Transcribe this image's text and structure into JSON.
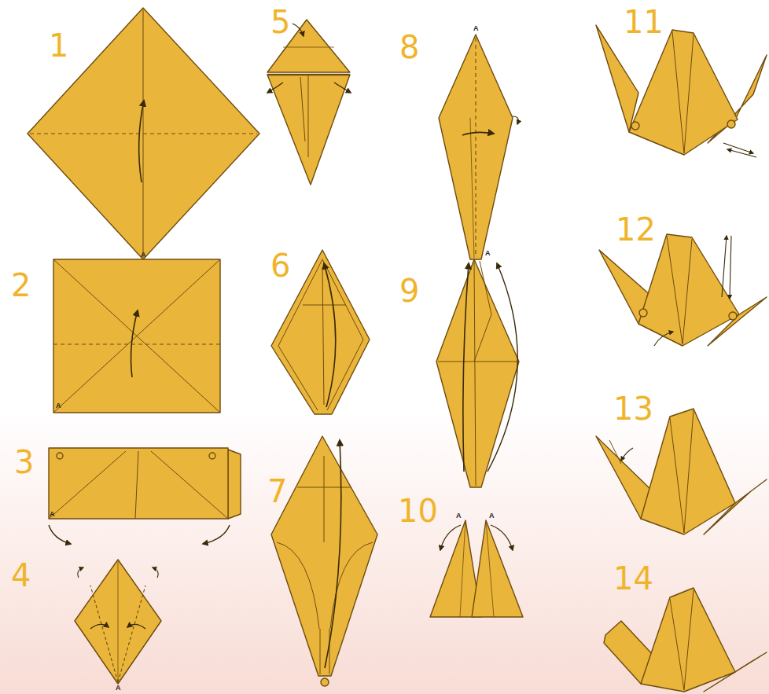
{
  "diagram": {
    "labels": [
      "1",
      "A",
      "2",
      "A",
      "3",
      "A",
      "4",
      "A",
      "5",
      "6",
      "7",
      "8",
      "A",
      "9",
      "A",
      "10",
      "A",
      "A",
      "11",
      "12",
      "13",
      "14"
    ]
  }
}
